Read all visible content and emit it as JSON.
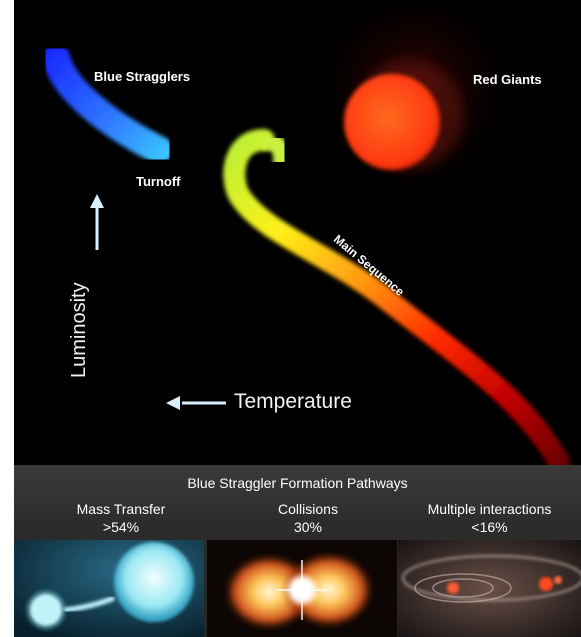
{
  "diagram": {
    "labels": {
      "blue_stragglers": "Blue Stragglers",
      "red_giants": "Red Giants",
      "turnoff": "Turnoff",
      "main_sequence": "Main Sequence",
      "luminosity": "Luminosity",
      "temperature": "Temperature"
    }
  },
  "pathways": {
    "title": "Blue Straggler Formation Pathways",
    "items": [
      {
        "name": "Mass Transfer",
        "percent": ">54%"
      },
      {
        "name": "Collisions",
        "percent": "30%"
      },
      {
        "name": "Multiple interactions",
        "percent": "<16%"
      }
    ]
  },
  "colors": {
    "background": "#000000",
    "blue_stragglers": "#1a4cff",
    "turnoff": "#b6f036",
    "main_sequence_end": "#8a0000",
    "red_giants": "#ff5a1e",
    "arrows": "#d8f0ff"
  }
}
